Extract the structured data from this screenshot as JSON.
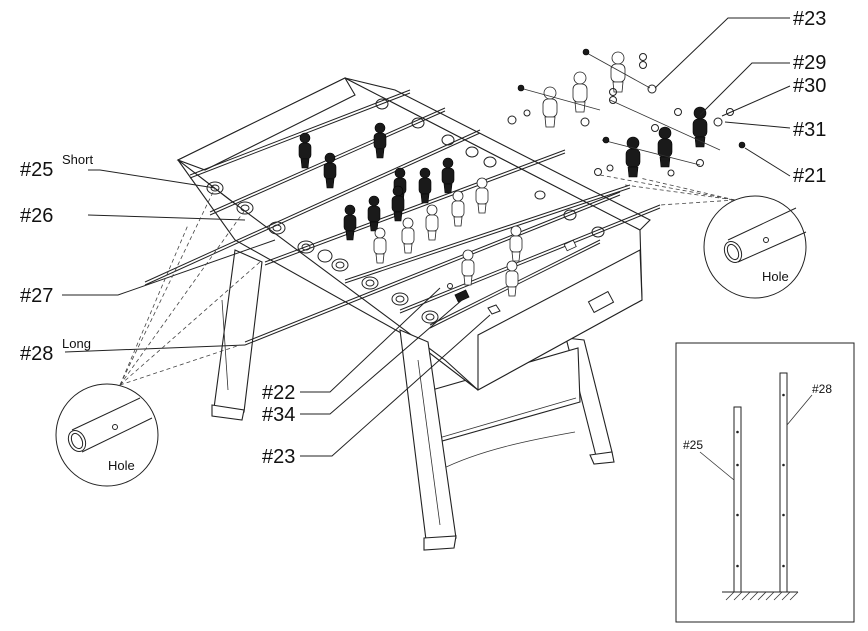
{
  "labels": {
    "p23_top": "#23",
    "p29": "#29",
    "p30": "#30",
    "p31": "#31",
    "p21": "#21",
    "p25": "#25",
    "p25_note": "Short",
    "p26": "#26",
    "p27": "#27",
    "p28": "#28",
    "p28_note": "Long",
    "p22": "#22",
    "p34": "#34",
    "p23_bottom": "#23"
  },
  "callouts": {
    "hole_left": "Hole",
    "hole_right": "Hole"
  },
  "inset": {
    "rod_short": "#25",
    "rod_long": "#28"
  }
}
